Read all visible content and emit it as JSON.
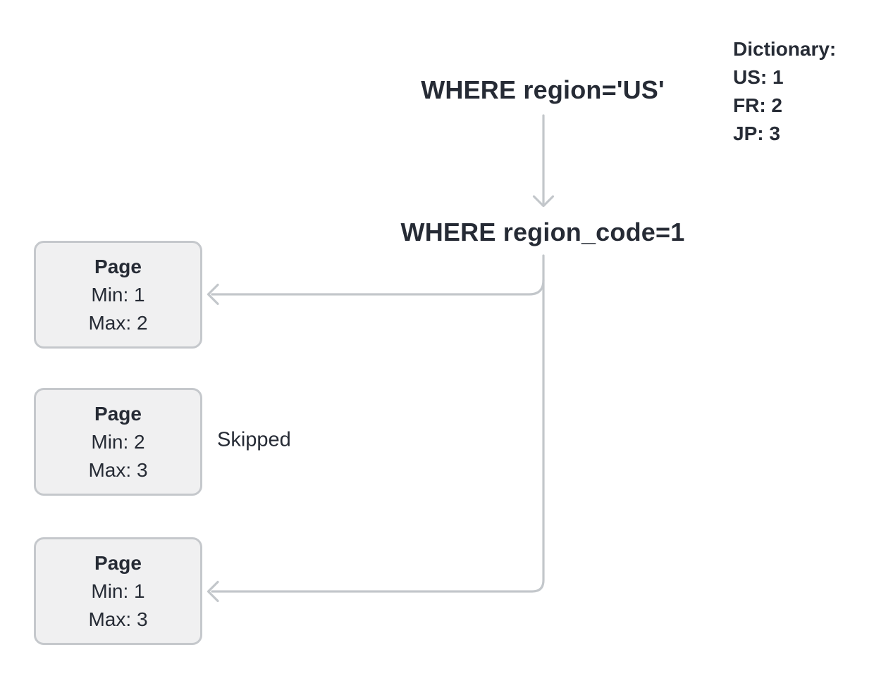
{
  "diagram": {
    "query_original": "WHERE region='US'",
    "query_rewritten": "WHERE region_code=1",
    "dictionary": {
      "title": "Dictionary:",
      "entries": [
        "US: 1",
        "FR: 2",
        "JP: 3"
      ]
    },
    "pages": [
      {
        "title": "Page",
        "min_label": "Min: 1",
        "max_label": "Max: 2",
        "skipped": false
      },
      {
        "title": "Page",
        "min_label": "Min: 2",
        "max_label": "Max: 3",
        "skipped": true
      },
      {
        "title": "Page",
        "min_label": "Min: 1",
        "max_label": "Max: 3",
        "skipped": false
      }
    ],
    "skipped_label": "Skipped",
    "colors": {
      "text": "#262b35",
      "connector": "#c3c7cb",
      "box_border": "#c5c8cc",
      "box_fill": "#f0f0f1",
      "background": "#ffffff"
    }
  }
}
